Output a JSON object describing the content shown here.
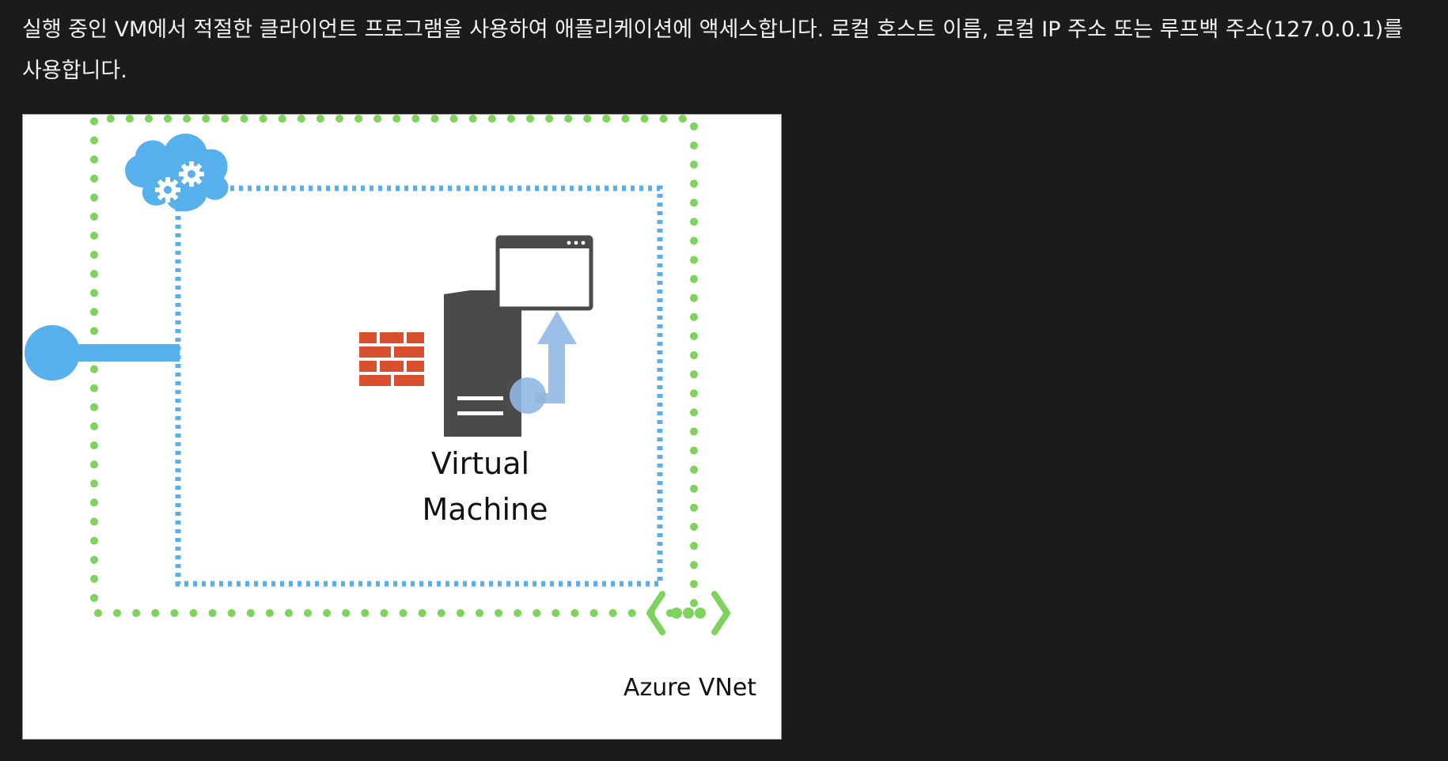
{
  "paragraph": {
    "text": "실행 중인 VM에서 적절한 클라이언트 프로그램을 사용하여 애플리케이션에 액세스합니다. 로컬 호스트 이름, 로컬 IP 주소 또는 루프백 주소(127.0.0.1)를 사용합니다."
  },
  "diagram": {
    "vm_label_line1": "Virtual",
    "vm_label_line2": "Machine",
    "vnet_label": "Azure VNet",
    "colors": {
      "vnet_border": "#7ed35c",
      "cloud_service_border": "#56b0ec",
      "endpoint": "#56b0ec",
      "firewall": "#d9502e",
      "server": "#4a4a4a",
      "arrow": "#90b8e3",
      "page_background": "#1b1b1b",
      "figure_background": "#ffffff"
    },
    "icons": [
      "cloud-gear-icon",
      "firewall-icon",
      "server-icon",
      "browser-window-icon",
      "up-arrow-icon",
      "endpoint-icon",
      "vnet-icon"
    ]
  }
}
